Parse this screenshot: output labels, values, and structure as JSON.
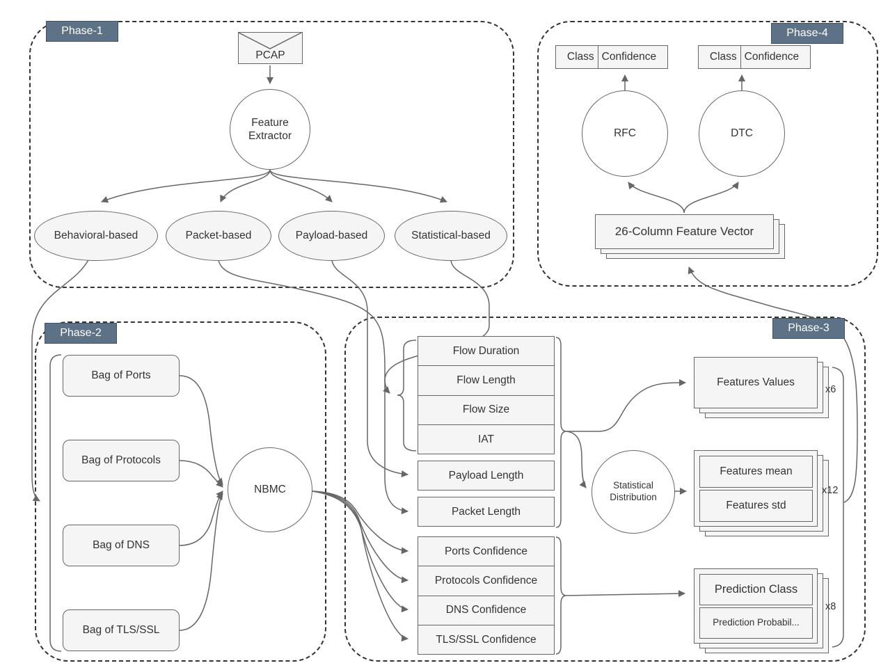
{
  "diagram": {
    "phases": [
      {
        "label": "Phase-1"
      },
      {
        "label": "Phase-2"
      },
      {
        "label": "Phase-3"
      },
      {
        "label": "Phase-4"
      }
    ],
    "phase1": {
      "pcap": "PCAP",
      "feature_extractor_line1": "Feature",
      "feature_extractor_line2": "Extractor",
      "categories": [
        {
          "label": "Behavioral-based"
        },
        {
          "label": "Packet-based"
        },
        {
          "label": "Payload-based"
        },
        {
          "label": "Statistical-based"
        }
      ]
    },
    "phase2": {
      "bags": [
        {
          "label": "Bag of Ports"
        },
        {
          "label": "Bag of Protocols"
        },
        {
          "label": "Bag of DNS"
        },
        {
          "label": "Bag of TLS/SSL"
        }
      ],
      "classifier": "NBMC"
    },
    "phase3": {
      "flow_features": [
        {
          "label": "Flow Duration"
        },
        {
          "label": "Flow Length"
        },
        {
          "label": "Flow Size"
        },
        {
          "label": "IAT"
        }
      ],
      "payload_length": "Payload Length",
      "packet_length": "Packet Length",
      "confidences": [
        {
          "label": "Ports Confidence"
        },
        {
          "label": "Protocols Confidence"
        },
        {
          "label": "DNS Confidence"
        },
        {
          "label": "TLS/SSL Confidence"
        }
      ],
      "features_values": "Features Values",
      "features_values_count": "x6",
      "stat_dist_line1": "Statistical",
      "stat_dist_line2": "Distribution",
      "features_mean": "Features mean",
      "features_std": "Features std",
      "features_stats_count": "x12",
      "prediction_class": "Prediction Class",
      "prediction_probability": "Prediction Probabil...",
      "prediction_count": "x8"
    },
    "phase4": {
      "class_label": "Class",
      "confidence_label": "Confidence",
      "rfc": "RFC",
      "dtc": "DTC",
      "feature_vector": "26-Column Feature Vector"
    },
    "colors": {
      "node_fill": "#f5f5f5",
      "node_stroke": "#666666",
      "phase_label_fill": "#5d7287",
      "dashed_border": "#333333"
    }
  }
}
